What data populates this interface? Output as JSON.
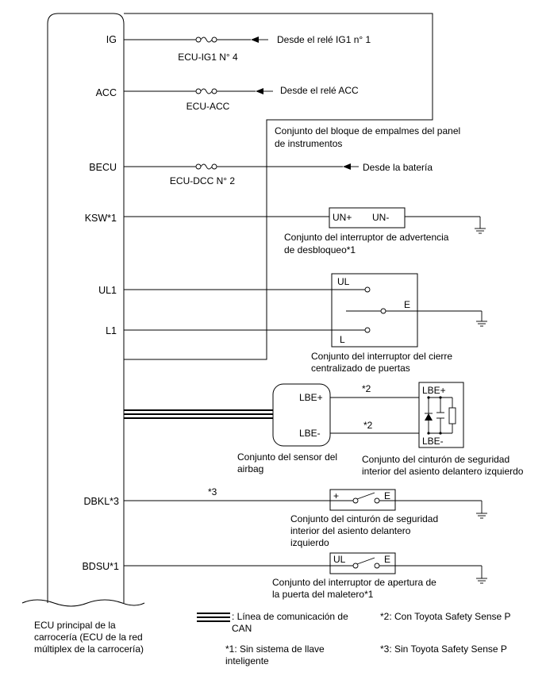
{
  "pins": {
    "ig": "IG",
    "acc": "ACC",
    "becu": "BECU",
    "ksw": "KSW*1",
    "ul1": "UL1",
    "l1": "L1",
    "dbkl": "DBKL*3",
    "bdsu": "BDSU*1"
  },
  "fuses": {
    "ig": "ECU-IG1 N° 4",
    "acc": "ECU-ACC",
    "becu": "ECU-DCC N° 2"
  },
  "sources": {
    "ig": "Desde el relé IG1 n° 1",
    "acc": "Desde el relé ACC",
    "becu": "Desde la batería"
  },
  "junction_block": {
    "line1": "Conjunto del bloque de empalmes del panel",
    "line2": "de instrumentos"
  },
  "unlock_switch": {
    "term_plus": "UN+",
    "term_minus": "UN-",
    "line1": "Conjunto del interruptor de advertencia",
    "line2": "de desbloqueo*1"
  },
  "door_lock_switch": {
    "term_ul": "UL",
    "term_e": "E",
    "term_l": "L",
    "line1": "Conjunto del interruptor del cierre",
    "line2": "centralizado de puertas"
  },
  "airbag_sensor": {
    "lbe_plus": "LBE+",
    "lbe_minus": "LBE-",
    "line1": "Conjunto del sensor del",
    "line2": "airbag"
  },
  "seatbelt_pretensioner": {
    "lbe_plus": "LBE+",
    "lbe_minus": "LBE-",
    "note_top": "*2",
    "note_bottom": "*2",
    "line1": "Conjunto del cinturón de seguridad",
    "line2": "interior del asiento delantero izquierdo"
  },
  "buckle_switch": {
    "note": "*3",
    "term_plus": "+",
    "term_e": "E",
    "line1": "Conjunto del cinturón de seguridad",
    "line2": "interior del asiento delantero",
    "line3": "izquierdo"
  },
  "trunk_switch": {
    "term_ul": "UL",
    "term_e": "E",
    "line1": "Conjunto del interruptor de apertura de",
    "line2": "la puerta del maletero*1"
  },
  "ecu": {
    "line1": "ECU principal de la",
    "line2": "carrocería (ECU de la red",
    "line3": "múltiplex de la carrocería)"
  },
  "legend": {
    "can_line1": ": Línea de comunicación de",
    "can_line2": "CAN",
    "note1_line1": "*1: Sin sistema de llave",
    "note1_line2": "inteligente",
    "note2": "*2: Con Toyota Safety Sense P",
    "note3": "*3: Sin Toyota Safety Sense P"
  }
}
